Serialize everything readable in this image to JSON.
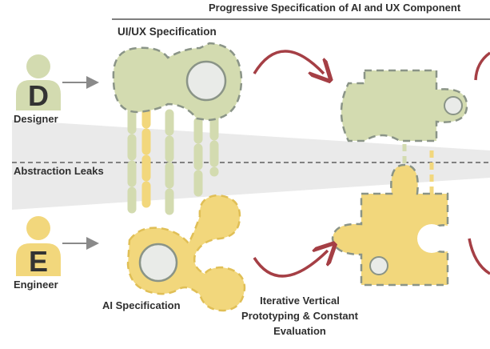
{
  "title": "Progressive Specification of AI and UX Component",
  "uiux_label": "UI/UX Specification",
  "ai_label": "AI Specification",
  "leaks_label": "Abstraction Leaks",
  "designer": {
    "letter": "D",
    "label": "Designer"
  },
  "engineer": {
    "letter": "E",
    "label": "Engineer"
  },
  "iteration_label": "Iterative Vertical Prototyping & Constant Evaluation",
  "colors": {
    "ux_green": "#d3dbb0",
    "ai_yellow": "#f2d77c",
    "dash_gray": "#8a9487",
    "cycle_arrow": "#a53f45",
    "leak_band": "#eaeaea",
    "text": "#2f2f2f"
  }
}
